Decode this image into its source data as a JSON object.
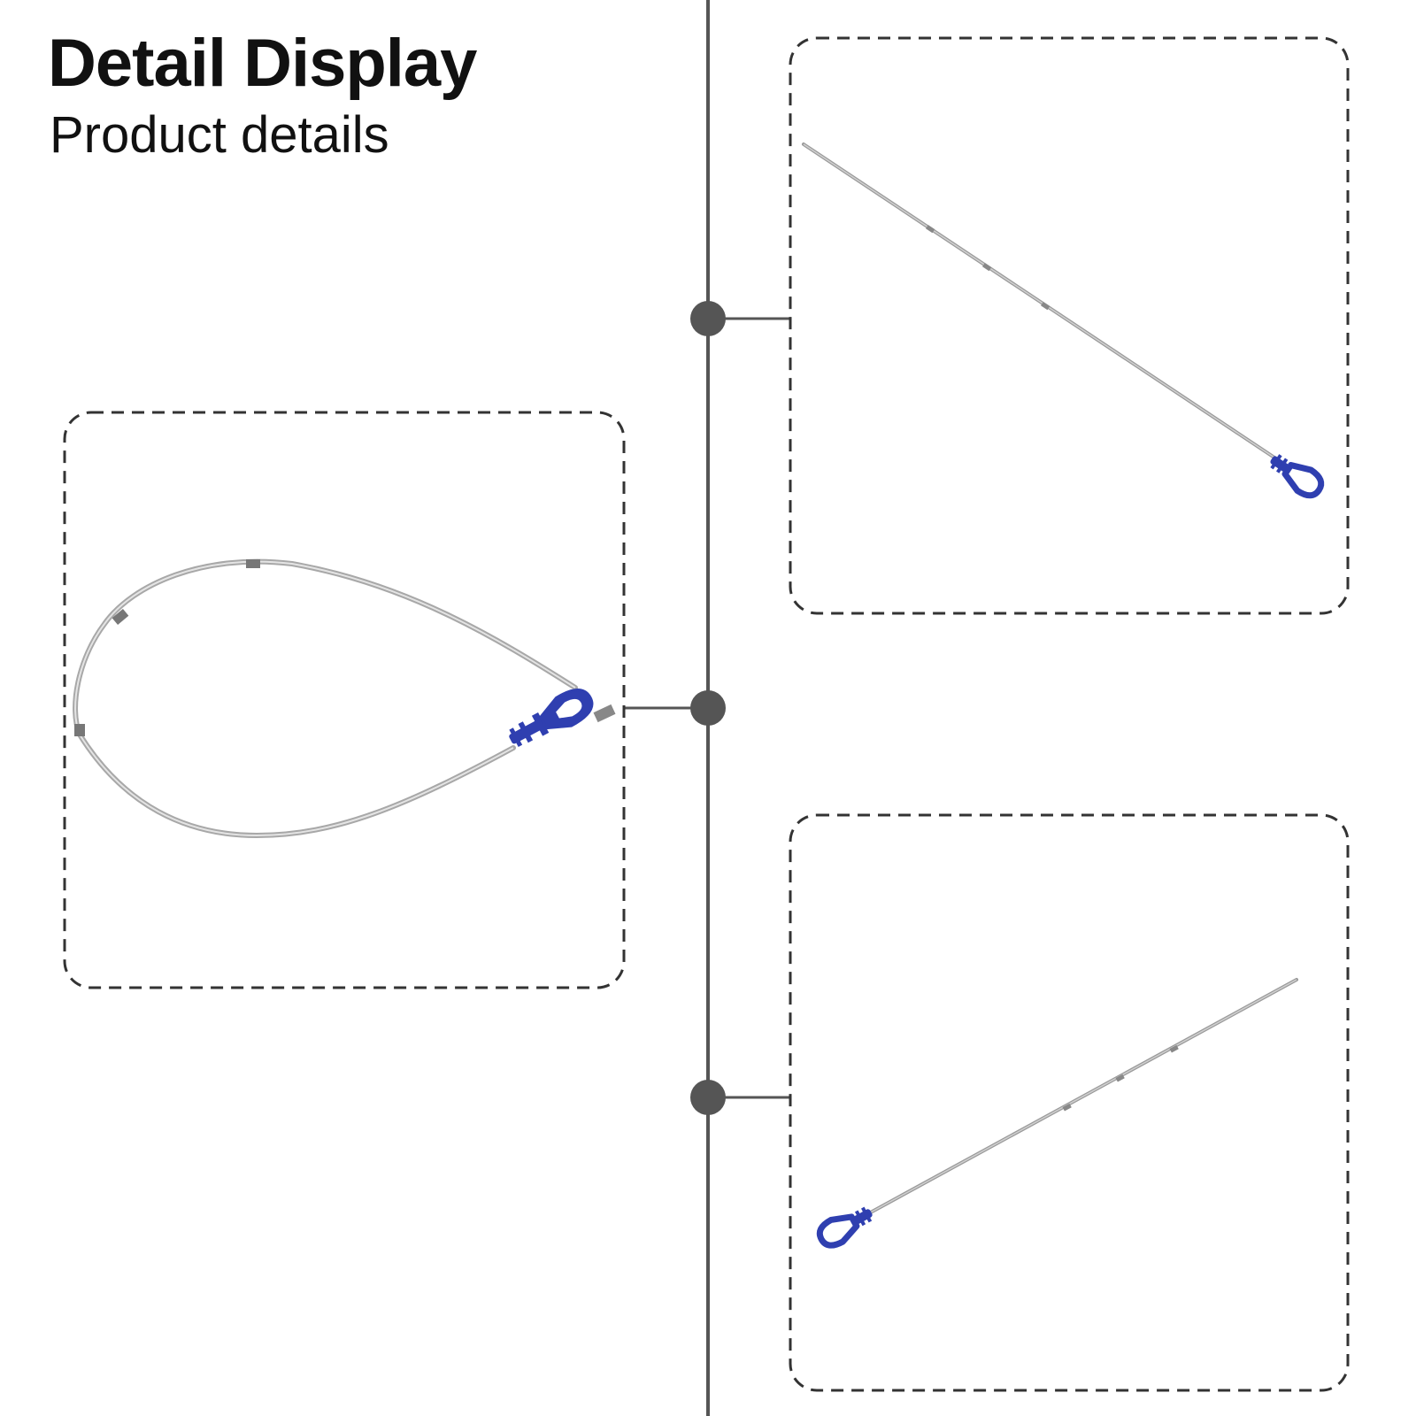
{
  "header": {
    "title": "Detail Display",
    "subtitle": "Product details"
  },
  "colors": {
    "accent_blue": "#2f3fb0",
    "timeline": "#555555",
    "frame_border": "#333333",
    "rod": "#b8b8b8"
  },
  "panels": [
    {
      "id": "top-right",
      "icon": "dipstick-straight-diagonal-down-icon"
    },
    {
      "id": "middle-left",
      "icon": "dipstick-coiled-loop-icon"
    },
    {
      "id": "bottom-right",
      "icon": "dipstick-straight-diagonal-up-icon"
    }
  ]
}
